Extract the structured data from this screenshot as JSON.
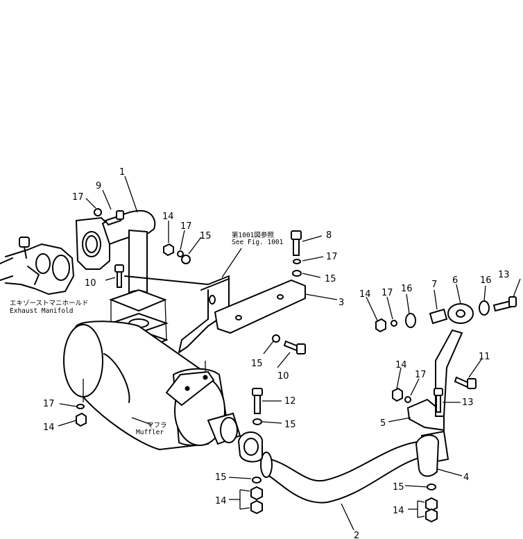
{
  "callouts": {
    "c1": "1",
    "c2": "2",
    "c3": "3",
    "c4": "4",
    "c5": "5",
    "c6": "6",
    "c7": "7",
    "c8": "8",
    "c9": "9",
    "c10a": "10",
    "c10b": "10",
    "c11": "11",
    "c12": "12",
    "c13a": "13",
    "c13b": "13",
    "c14a": "14",
    "c14b": "14",
    "c14c": "14",
    "c14d": "14",
    "c14e": "14",
    "c14f": "14",
    "c15a": "15",
    "c15b": "15",
    "c15c": "15",
    "c15d": "15",
    "c15e": "15",
    "c15f": "15",
    "c16a": "16",
    "c16b": "16",
    "c17a": "17",
    "c17b": "17",
    "c17c": "17",
    "c17d": "17",
    "c17e": "17",
    "c17f": "17"
  },
  "notes": {
    "see_fig_jp": "第1001図参照",
    "see_fig_en": "See Fig. 1001",
    "manifold_jp": "エキゾーストマニホールド",
    "manifold_en": "Exhaust Manifold",
    "muffler_jp": "マフラ",
    "muffler_en": "Muffler"
  }
}
